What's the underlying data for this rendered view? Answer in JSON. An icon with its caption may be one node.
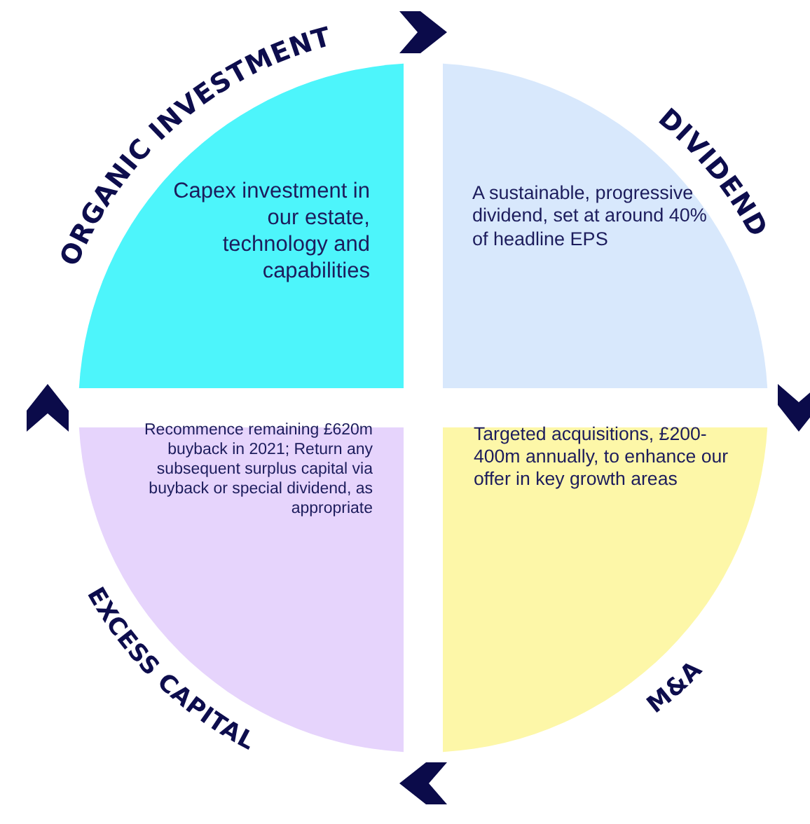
{
  "diagram": {
    "nodes": [
      {
        "text": [
          "ORGANIC INVESTMENT",
          "Capex investment in our estate, technology and capabilities"
        ]
      },
      {
        "text": [
          "DIVIDEND",
          "A sustainable, progressive dividend, set at around 40% of headline EPS"
        ]
      },
      {
        "text": [
          "Recommence remaining £620m buyback in 2021; Return any subsequent surplus capital via buyback or special dividend, as appropriate",
          "EXCESS CAPITAL"
        ]
      },
      {
        "text": [
          "Targeted acquisitions, £200-400m annually, to enhance our offer in key growth areas",
          "M&A"
        ]
      }
    ],
    "edges": [
      {
        "from": 0,
        "to": 1,
        "arrow": "to"
      },
      {
        "from": 1,
        "to": 3,
        "arrow": "to"
      },
      {
        "from": 3,
        "to": 2,
        "arrow": "to"
      },
      {
        "from": 2,
        "to": 0,
        "arrow": "to"
      }
    ]
  }
}
